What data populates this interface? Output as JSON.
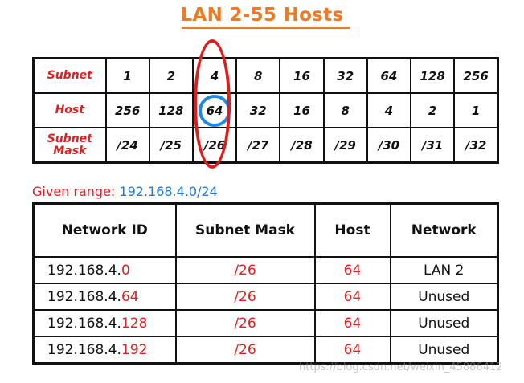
{
  "title": "LAN 2-55 Hosts",
  "reference_table": {
    "row_labels": {
      "subnet": "Subnet",
      "host": "Host",
      "mask_line1": "Subnet",
      "mask_line2": "Mask"
    },
    "subnet": [
      "1",
      "2",
      "4",
      "8",
      "16",
      "32",
      "64",
      "128",
      "256"
    ],
    "host": [
      "256",
      "128",
      "64",
      "32",
      "16",
      "8",
      "4",
      "2",
      "1"
    ],
    "mask": [
      "/24",
      "/25",
      "/26",
      "/27",
      "/28",
      "/29",
      "/30",
      "/31",
      "/32"
    ],
    "highlighted_column": 2
  },
  "given": {
    "label": "Given range:",
    "range": "192.168.4.0/24"
  },
  "network_table": {
    "headers": [
      "Network ID",
      "Subnet Mask",
      "Host",
      "Network"
    ],
    "rows": [
      {
        "id_prefix": "192.168.4.",
        "id_suffix": "0",
        "mask": "/26",
        "host": "64",
        "network": "LAN 2"
      },
      {
        "id_prefix": "192.168.4.",
        "id_suffix": "64",
        "mask": "/26",
        "host": "64",
        "network": "Unused"
      },
      {
        "id_prefix": "192.168.4.",
        "id_suffix": "128",
        "mask": "/26",
        "host": "64",
        "network": "Unused"
      },
      {
        "id_prefix": "192.168.4.",
        "id_suffix": "192",
        "mask": "/26",
        "host": "64",
        "network": "Unused"
      }
    ]
  },
  "watermark": "https://blog.csdn.net/weixin_45886412",
  "colors": {
    "title": "#f07a22",
    "red": "#e02020",
    "blue": "#1e8ae6",
    "border": "#111111"
  }
}
